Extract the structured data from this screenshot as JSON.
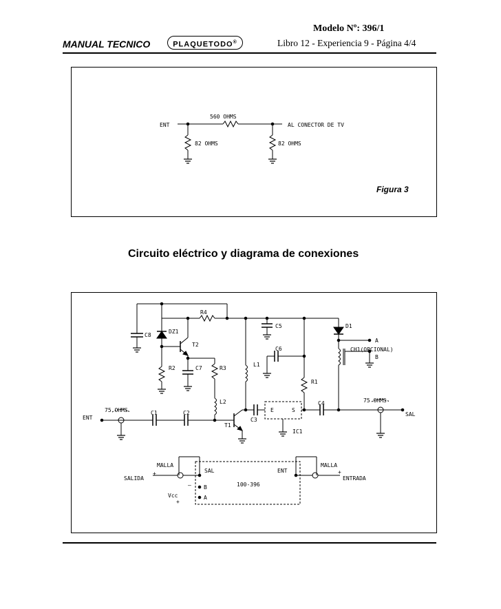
{
  "header": {
    "model": "Modelo Nº: 396/1",
    "manual": "MANUAL TECNICO",
    "logo": "PLAQUETODO",
    "logo_mark": "®",
    "book": "Libro 12 - Experiencia 9 - Página 4/4"
  },
  "figure3": {
    "caption": "Figura 3",
    "labels": {
      "ent": "ENT",
      "r_series": "560 OHMS",
      "to_tv": "AL CONECTOR DE TV",
      "r_shunt_left": "82 OHMS",
      "r_shunt_right": "82 OHMS"
    }
  },
  "section_title": "Circuito eléctrico y diagrama de conexiones",
  "schematic": {
    "labels": {
      "r4": "R4",
      "c8": "C8",
      "dz1": "DZ1",
      "t2": "T2",
      "c5": "C5",
      "d1": "D1",
      "a_top": "A",
      "ch1": "CH1(OPCIONAL)",
      "b_top": "B",
      "c6": "C6",
      "r2": "R2",
      "c7": "C7",
      "r3": "R3",
      "l1": "L1",
      "r1": "R1",
      "ohms_in": "75 OHMS",
      "ohms_out": "75 OHMS",
      "c4": "C4",
      "l2": "L2",
      "c1": "C1",
      "c2": "C2",
      "ent": "ENT",
      "e": "E",
      "s": "S",
      "sal": "SAL",
      "t1": "T1",
      "c3": "C3",
      "ic1": "IC1"
    }
  },
  "connections": {
    "malla_left": "MALLA",
    "sal": "SAL",
    "ent": "ENT",
    "malla_right": "MALLA",
    "salida": "SALIDA",
    "entrada": "ENTRADA",
    "plus_left": "+",
    "plus_right": "+",
    "minus": "–",
    "b": "B",
    "module": "100-396",
    "vcc": "Vcc",
    "vcc_plus": "+",
    "a": "A"
  }
}
